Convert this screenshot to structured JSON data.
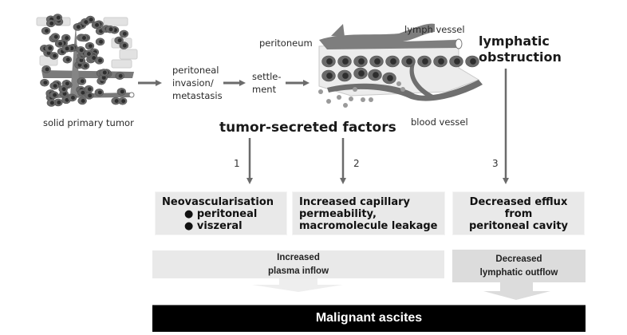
{
  "illustration": {
    "tumor_label": "solid primary tumor",
    "step1_label": [
      "peritoneal",
      "invasion/",
      "metastasis"
    ],
    "step2_label": [
      "settle-",
      "ment"
    ],
    "peritoneum_label": "peritoneum",
    "lymph_vessel_label": "lymph vessel",
    "blood_vessel_label": "blood vessel",
    "factors_label": "tumor-secreted factors",
    "obstruction_label": [
      "lymphatic",
      "obstruction"
    ]
  },
  "pathways": [
    {
      "number": "1",
      "title": "Neovascularisation",
      "bullets": [
        "peritoneal",
        "viszeral"
      ]
    },
    {
      "number": "2",
      "lines": [
        "Increased capillary",
        "permeability,",
        "macromolecule leakage"
      ]
    },
    {
      "number": "3",
      "lines": [
        "Decreased efflux",
        "from",
        "peritoneal cavity"
      ]
    }
  ],
  "effects": [
    {
      "lines": [
        "Increased",
        "plasma inflow"
      ]
    },
    {
      "lines": [
        "Decreased",
        "lymphatic outflow"
      ]
    }
  ],
  "result": {
    "label": "Malignant ascites"
  },
  "colors": {
    "arrow": "#6b6b6b",
    "box": "#e9e9e9",
    "result_bg": "#000000",
    "result_text": "#ffffff"
  }
}
